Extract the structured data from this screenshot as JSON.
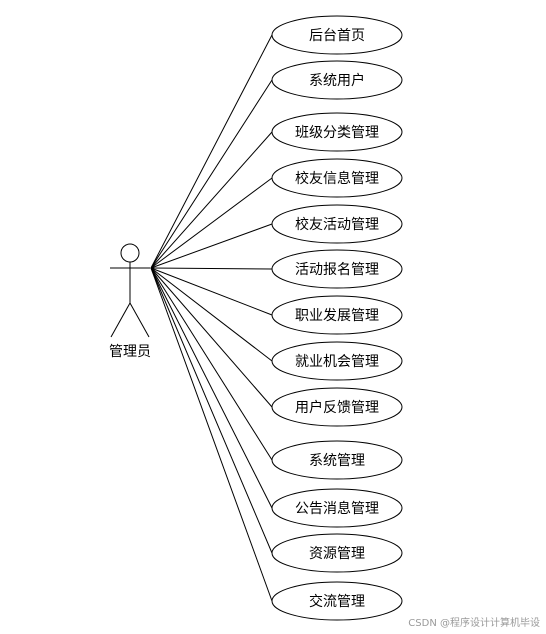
{
  "actor": {
    "label": "管理员"
  },
  "use_cases": [
    {
      "label": "后台首页"
    },
    {
      "label": "系统用户"
    },
    {
      "label": "班级分类管理"
    },
    {
      "label": "校友信息管理"
    },
    {
      "label": "校友活动管理"
    },
    {
      "label": "活动报名管理"
    },
    {
      "label": "职业发展管理"
    },
    {
      "label": "就业机会管理"
    },
    {
      "label": "用户反馈管理"
    },
    {
      "label": "系统管理"
    },
    {
      "label": "公告消息管理"
    },
    {
      "label": "资源管理"
    },
    {
      "label": "交流管理"
    }
  ],
  "watermark": "CSDN @程序设计计算机毕设"
}
